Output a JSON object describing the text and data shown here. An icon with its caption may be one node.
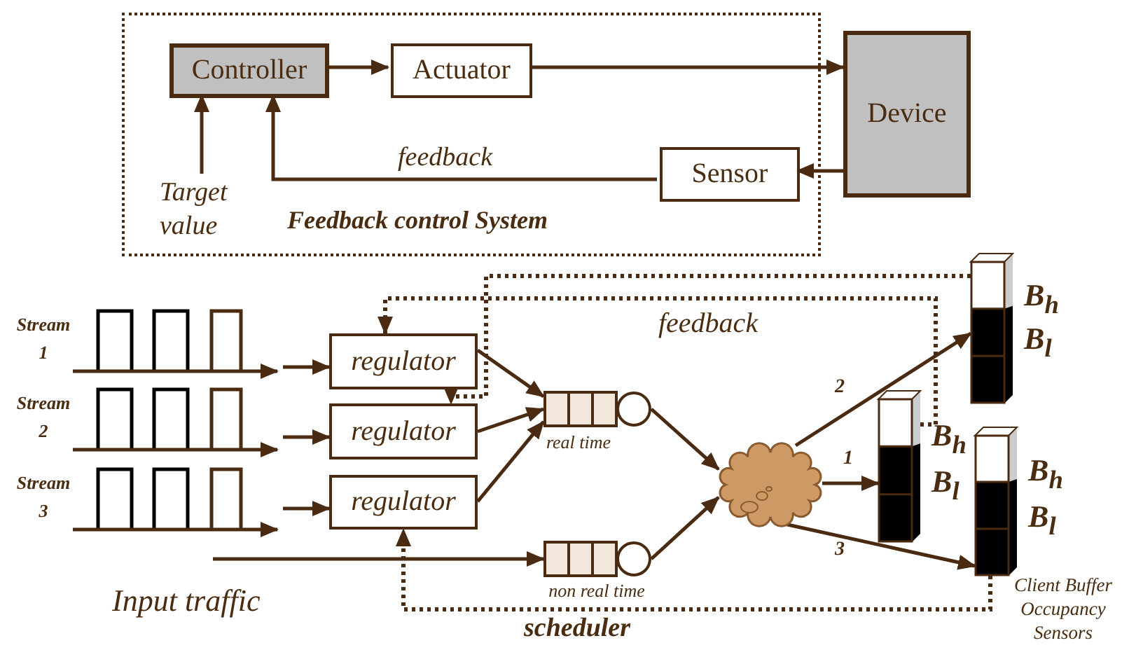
{
  "diagram": {
    "nodes": [
      {
        "text": [
          "Feedback control System"
        ]
      },
      {
        "text": [
          "Controller"
        ],
        "in": 0
      },
      {
        "text": [
          "Actuator"
        ],
        "in": 0
      },
      {
        "text": [
          "Device"
        ]
      },
      {
        "text": [
          "Sensor"
        ],
        "in": 0
      },
      {
        "text": [
          "Target value"
        ],
        "in": 0
      },
      {
        "text": [
          "Stream 1"
        ]
      },
      {
        "text": [
          "Stream 2"
        ]
      },
      {
        "text": [
          "Stream 3"
        ]
      },
      {
        "text": [
          "regulator"
        ]
      },
      {
        "text": [
          "regulator"
        ]
      },
      {
        "text": [
          "regulator"
        ]
      },
      {
        "text": [],
        "shape": "queue",
        "beside": [
          "real time"
        ]
      },
      {
        "text": [],
        "shape": "queue",
        "beside": [
          "non real time"
        ]
      },
      {
        "text": [],
        "shape": "cloud"
      },
      {
        "text": [],
        "shape": "bar",
        "beside": [
          "B$_{h}$",
          "B$_{l}$"
        ]
      },
      {
        "text": [],
        "shape": "bar",
        "beside": [
          "B$_{h}$",
          "B$_{l}$"
        ]
      },
      {
        "text": [],
        "shape": "bar",
        "beside": [
          "B$_{h}$",
          "B$_{l}$"
        ]
      }
    ],
    "edges": [
      {
        "from": 1,
        "to": 2,
        "arrow": "to"
      },
      {
        "from": 2,
        "to": 3,
        "arrow": "to"
      },
      {
        "from": 3,
        "to": 4,
        "arrow": "to"
      },
      {
        "from": 4,
        "to": 1,
        "arrow": "to",
        "label": "feedback"
      },
      {
        "from": 5,
        "to": 1,
        "arrow": "to"
      },
      {
        "from": 6,
        "to": 9,
        "arrow": "to"
      },
      {
        "from": 7,
        "to": 10,
        "arrow": "to"
      },
      {
        "from": 8,
        "to": 11,
        "arrow": "to"
      },
      {
        "from": 9,
        "to": 12,
        "arrow": "to"
      },
      {
        "from": 10,
        "to": 12,
        "arrow": "to"
      },
      {
        "from": 11,
        "to": 12,
        "arrow": "to"
      },
      {
        "from": null,
        "to": 13,
        "arrow": "to"
      },
      {
        "from": 12,
        "to": 14,
        "arrow": "to"
      },
      {
        "from": 13,
        "to": 14,
        "arrow": "to"
      },
      {
        "from": 14,
        "to": 15,
        "arrow": "to",
        "label": "1"
      },
      {
        "from": 14,
        "to": 16,
        "arrow": "to",
        "label": "2"
      },
      {
        "from": 14,
        "to": 17,
        "arrow": "to",
        "label": "3"
      },
      {
        "from": 15,
        "to": 9,
        "arrow": "to",
        "style": "dashed"
      },
      {
        "from": 16,
        "to": 10,
        "arrow": "to",
        "style": "dashed"
      },
      {
        "from": 17,
        "to": 11,
        "arrow": "to",
        "style": "dashed"
      }
    ],
    "labels": [
      "feedback",
      "Input traffic",
      "scheduler",
      "Client Buffer Occupancy Sensors"
    ]
  }
}
